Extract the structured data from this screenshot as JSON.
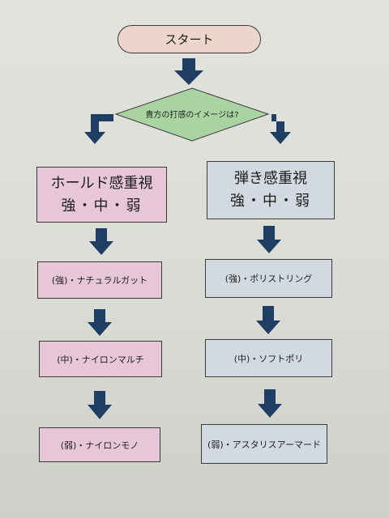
{
  "flowchart": {
    "start": "スタート",
    "decision": "貴方の打感のイメージは?",
    "left_branch": {
      "title": "ホールド感重視",
      "levels": "強・中・弱",
      "steps": [
        "(強)・ナチュラルガット",
        "(中)・ナイロンマルチ",
        "(弱)・ナイロンモノ"
      ]
    },
    "right_branch": {
      "title": "弾き感重視",
      "levels": "強・中・弱",
      "steps": [
        "(強)・ポリストリング",
        "(中)・ソフトポリ",
        "(弱)・アスタリスアーマード"
      ]
    }
  },
  "colors": {
    "arrow": "#1f3e63",
    "decision_fill": "#a9d3a1",
    "left_fill": "#e7c6d8",
    "right_fill": "#d3d9e1",
    "start_fill": "#ecd6cc"
  }
}
